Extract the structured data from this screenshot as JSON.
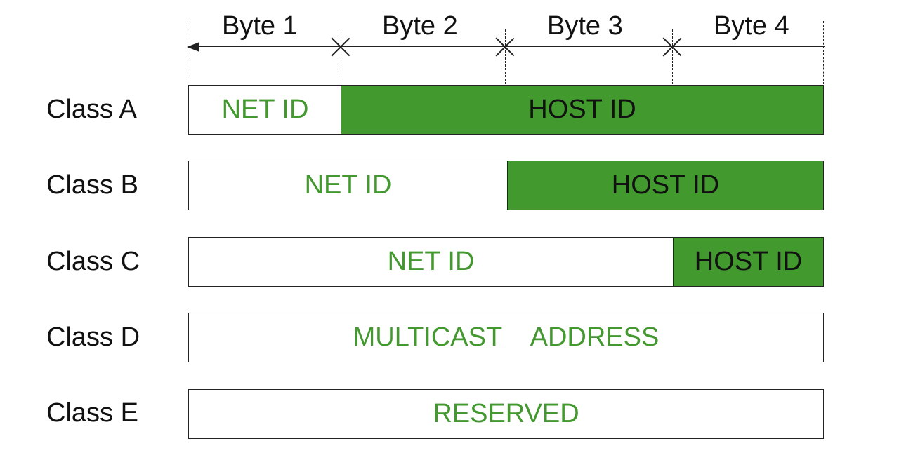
{
  "bytes": [
    "Byte 1",
    "Byte 2",
    "Byte 3",
    "Byte 4"
  ],
  "classes": [
    {
      "label": "Class A",
      "net": "NET ID",
      "host": "HOST ID"
    },
    {
      "label": "Class B",
      "net": "NET ID",
      "host": "HOST ID"
    },
    {
      "label": "Class C",
      "net": "NET ID",
      "host": "HOST ID"
    },
    {
      "label": "Class D",
      "text": "MULTICAST    ADDRESS"
    },
    {
      "label": "Class E",
      "text": "RESERVED"
    }
  ],
  "colors": {
    "host_fill": "#42992e",
    "net_text": "#43982f"
  }
}
